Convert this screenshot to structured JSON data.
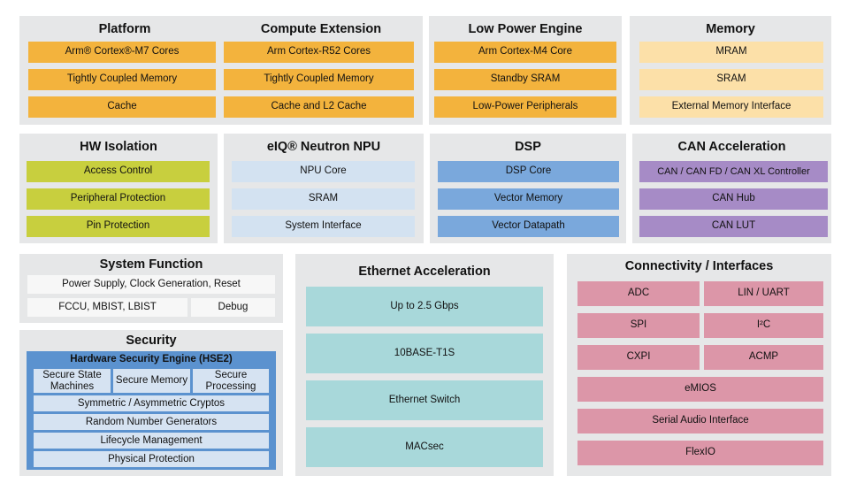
{
  "platform": {
    "title": "Platform",
    "items": [
      "Arm® Cortex®-M7 Cores",
      "Tightly Coupled Memory",
      "Cache"
    ]
  },
  "compute_extension": {
    "title": "Compute Extension",
    "items": [
      "Arm Cortex-R52 Cores",
      "Tightly Coupled Memory",
      "Cache and L2 Cache"
    ]
  },
  "low_power_engine": {
    "title": "Low Power Engine",
    "items": [
      "Arm Cortex-M4 Core",
      "Standby SRAM",
      "Low-Power Peripherals"
    ]
  },
  "memory": {
    "title": "Memory",
    "items": [
      "MRAM",
      "SRAM",
      "External Memory Interface"
    ]
  },
  "hw_isolation": {
    "title": "HW Isolation",
    "items": [
      "Access Control",
      "Peripheral Protection",
      "Pin Protection"
    ]
  },
  "neutron_npu": {
    "title": "eIQ® Neutron NPU",
    "items": [
      "NPU Core",
      "SRAM",
      "System Interface"
    ]
  },
  "dsp": {
    "title": "DSP",
    "items": [
      "DSP Core",
      "Vector Memory",
      "Vector Datapath"
    ]
  },
  "can_acceleration": {
    "title": "CAN Acceleration",
    "items": [
      "CAN / CAN FD / CAN XL Controller",
      "CAN Hub",
      "CAN LUT"
    ]
  },
  "system_function": {
    "title": "System Function",
    "items": [
      "Power Supply, Clock Generation, Reset",
      "FCCU, MBIST, LBIST",
      "Debug"
    ]
  },
  "security": {
    "title": "Security",
    "hse_title": "Hardware Security Engine (HSE2)",
    "items": [
      "Secure State Machines",
      "Secure Memory",
      "Secure Processing",
      "Symmetric / Asymmetric Cryptos",
      "Random Number Generators",
      "Lifecycle Management",
      "Physical Protection"
    ]
  },
  "ethernet": {
    "title": "Ethernet Acceleration",
    "items": [
      "Up to 2.5 Gbps",
      "10BASE-T1S",
      "Ethernet Switch",
      "MACsec"
    ]
  },
  "connectivity": {
    "title": "Connectivity / Interfaces",
    "items": [
      "ADC",
      "LIN / UART",
      "SPI",
      "I²C",
      "CXPI",
      "ACMP",
      "eMIOS",
      "Serial Audio Interface",
      "FlexIO"
    ]
  }
}
